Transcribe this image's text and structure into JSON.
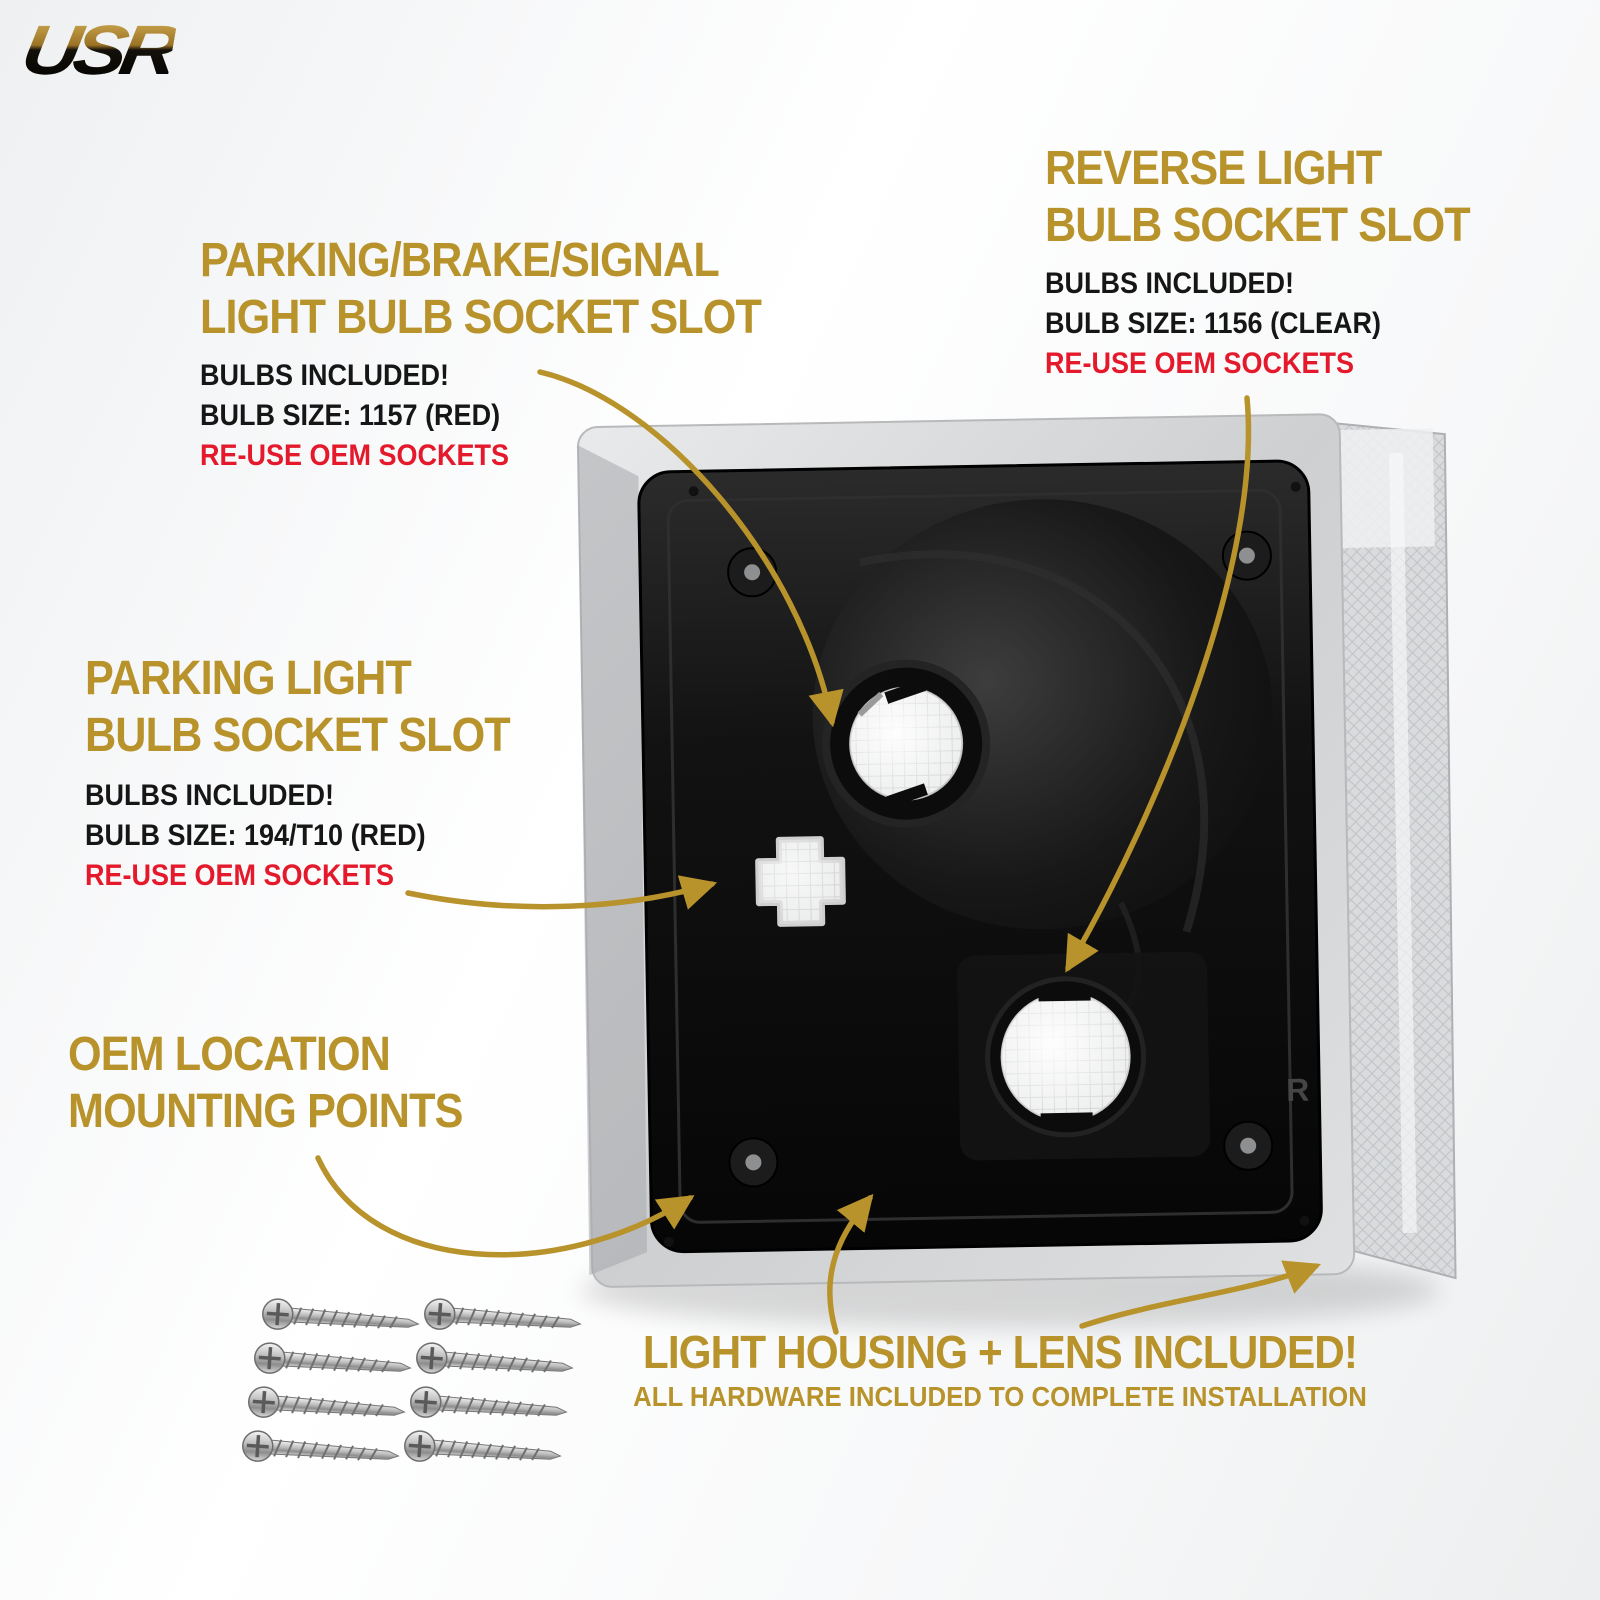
{
  "logo": {
    "brand": "USR"
  },
  "colors": {
    "gold": "#b8922a",
    "red": "#e4192b",
    "dark": "#161616"
  },
  "annotations": {
    "parking_brake_signal": {
      "title1": "PARKING/BRAKE/SIGNAL",
      "title2": "LIGHT BULB SOCKET SLOT",
      "line1": "BULBS INCLUDED!",
      "line2": "BULB SIZE: 1157 (RED)",
      "line3": "RE-USE OEM SOCKETS"
    },
    "reverse_light": {
      "title1": "REVERSE LIGHT",
      "title2": "BULB SOCKET SLOT",
      "line1": "BULBS INCLUDED!",
      "line2": "BULB SIZE: 1156 (CLEAR)",
      "line3": "RE-USE OEM SOCKETS"
    },
    "parking_light": {
      "title1": "PARKING LIGHT",
      "title2": "BULB SOCKET SLOT",
      "line1": "BULBS INCLUDED!",
      "line2": "BULB SIZE: 194/T10 (RED)",
      "line3": "RE-USE OEM SOCKETS"
    },
    "oem_location": {
      "title1": "OEM LOCATION",
      "title2": "MOUNTING POINTS"
    },
    "included": {
      "title": "LIGHT HOUSING + LENS INCLUDED!",
      "subtitle": "ALL HARDWARE INCLUDED TO COMPLETE INSTALLATION"
    }
  },
  "product": {
    "marking": "R"
  }
}
